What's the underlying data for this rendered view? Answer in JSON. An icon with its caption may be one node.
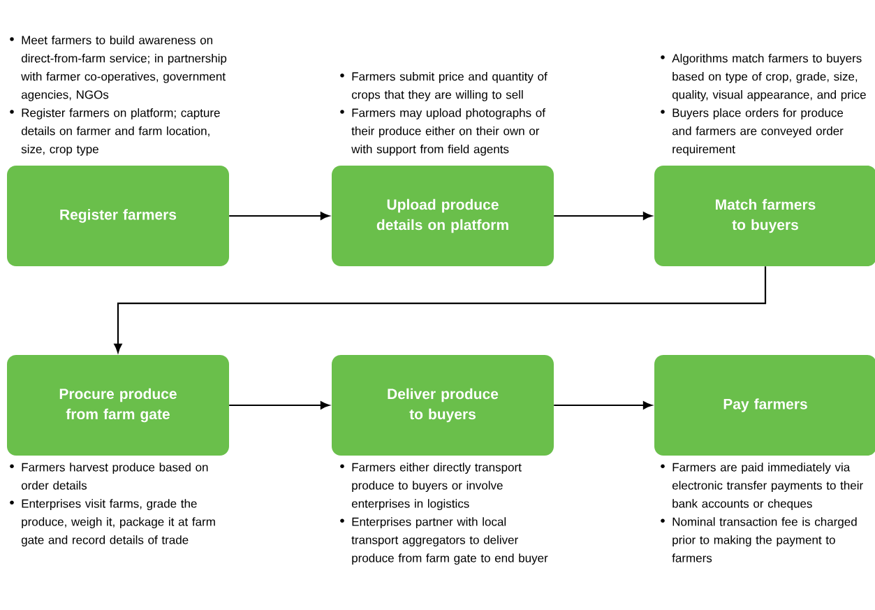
{
  "diagram": {
    "nodes": [
      {
        "text": [
          "Register farmers"
        ],
        "beside": [
          "Meet farmers to build awareness on direct-from-farm service; in partnership with farmer co-operatives, government agencies, NGOs",
          "Register farmers on platform; capture details on farmer and farm location, size, crop type"
        ]
      },
      {
        "text": [
          "Upload produce details on platform"
        ],
        "beside": [
          "Farmers submit price and quantity of crops that they are willing to sell",
          "Farmers may upload photographs of their produce either on their own or with support from field agents"
        ]
      },
      {
        "text": [
          "Match farmers to buyers"
        ],
        "beside": [
          "Algorithms match farmers to buyers based on type of crop, grade, size, quality, visual appearance, and price",
          "Buyers place orders for produce and farmers are conveyed order requirement"
        ]
      },
      {
        "text": [
          "Procure produce from farm gate"
        ],
        "beside": [
          "Farmers harvest produce based on order details",
          "Enterprises visit farms, grade the produce, weigh it, package it at farm gate and record details of trade"
        ]
      },
      {
        "text": [
          "Deliver produce to buyers"
        ],
        "beside": [
          "Farmers either directly transport produce to buyers or involve enterprises in logistics",
          "Enterprises partner with local transport aggregators to deliver produce from farm gate to end buyer"
        ]
      },
      {
        "text": [
          "Pay farmers"
        ],
        "beside": [
          "Farmers are paid immediately via electronic transfer payments to their bank accounts or cheques",
          "Nominal transaction fee is charged prior to making the payment to farmers"
        ]
      }
    ],
    "edges": [
      {
        "from": 0,
        "to": 1,
        "arrow": "to"
      },
      {
        "from": 1,
        "to": 2,
        "arrow": "to"
      },
      {
        "from": 2,
        "to": 3,
        "arrow": "to"
      },
      {
        "from": 3,
        "to": 4,
        "arrow": "to"
      },
      {
        "from": 4,
        "to": 5,
        "arrow": "to"
      }
    ]
  }
}
